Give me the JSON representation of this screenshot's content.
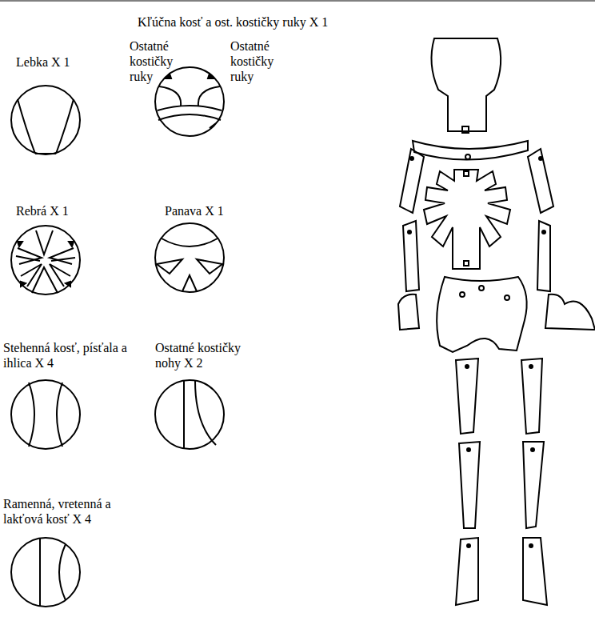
{
  "diagram": {
    "labels": [
      "Kľúčna kosť a ost. kostičky ruky X 1",
      "Lebka X 1",
      "Ostatné kostičky ruky",
      "Ostatné kostičky ruky",
      "Rebrá X 1",
      "Panava X 1",
      "Stehenná kosť, písťala a ihlica X 4",
      "Ostatné kostičky nohy X 2",
      "Ramenná, vretenná a lakťová kosť X 4"
    ]
  }
}
